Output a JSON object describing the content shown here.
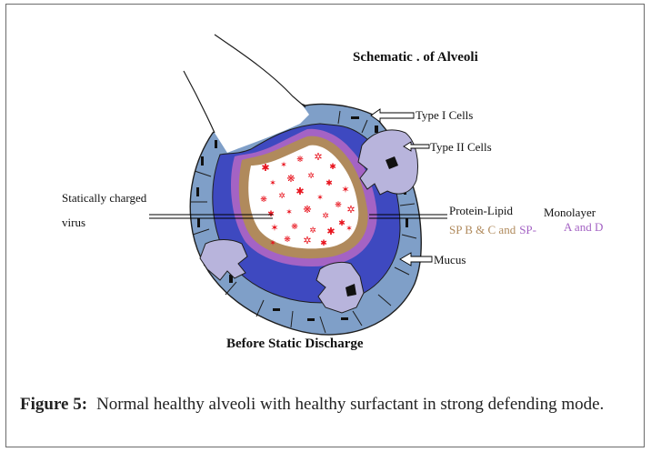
{
  "figure": {
    "title_part1": "Schematic",
    "title_part2": ". of Alveoli",
    "bottom_label": "Before Static Discharge",
    "labels": {
      "type1": "Type I Cells",
      "type2": "Type II Cells",
      "virus_line1": "Statically charged",
      "virus_line2": "virus",
      "protein_lipid": "Protein-Lipid",
      "monolayer": "Monolayer",
      "sp_bc": "SP B & C and",
      "sp_prefix": "SP-",
      "sp_ad": "A and D",
      "mucus": "Mucus"
    },
    "colors": {
      "wall": "#7f9fc8",
      "lumen": "#3e49c0",
      "surfactant_brown": "#b08a5c",
      "surfactant_purple": "#a463c4",
      "type2_cells": "#b8b4dc",
      "virus": "#e8121c"
    }
  },
  "caption": {
    "label": "Figure 5:",
    "text": "Normal healthy alveoli with healthy surfactant in strong defending mode."
  }
}
